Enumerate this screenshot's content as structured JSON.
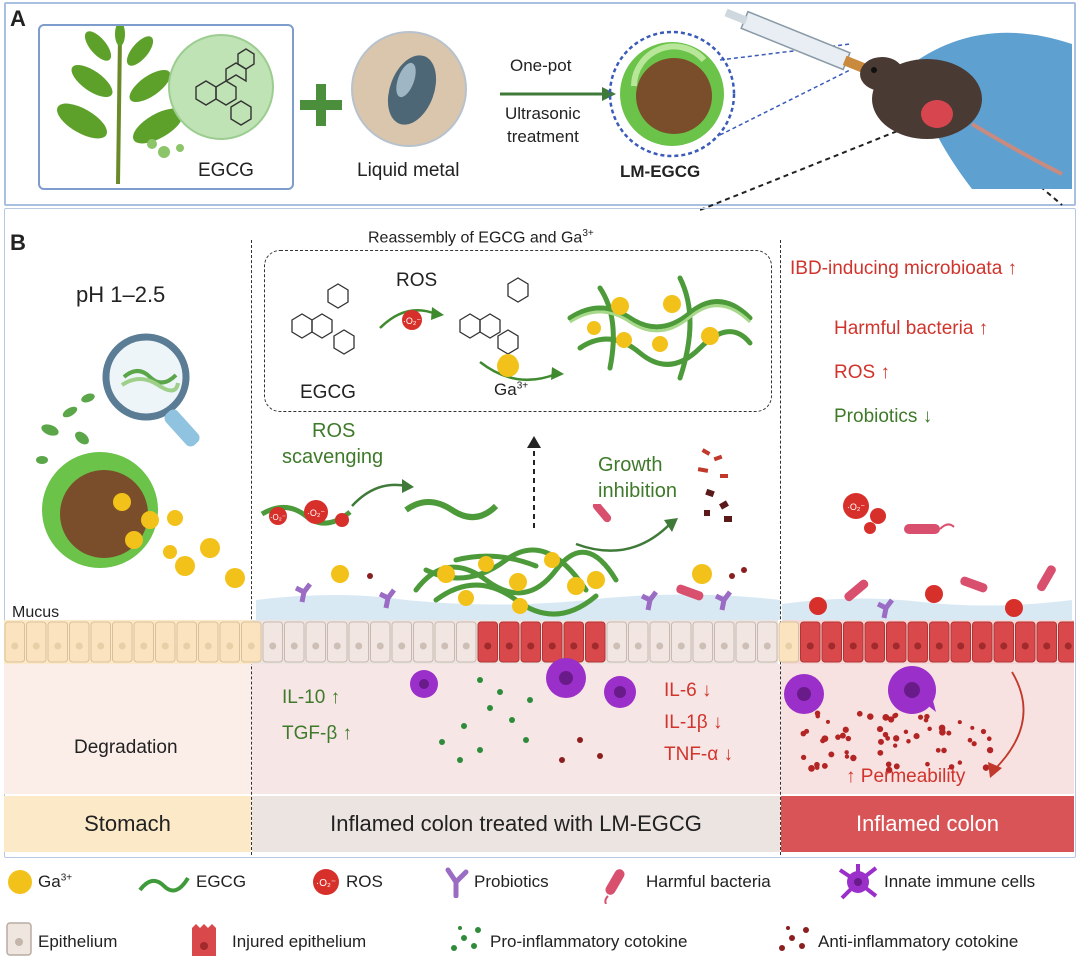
{
  "panel_a": {
    "letter": "A",
    "egcg_label": "EGCG",
    "liquid_metal_label": "Liquid metal",
    "process_line1": "One-pot",
    "process_line2": "Ultrasonic",
    "process_line3": "treatment",
    "product_label": "LM-EGCG"
  },
  "panel_b": {
    "letter": "B",
    "ph_label": "pH 1–2.5",
    "reassembly_title": "Reassembly of EGCG and Ga",
    "reassembly_sup": "3+",
    "ros_label": "ROS",
    "egcg_label": "EGCG",
    "ga_label": "Ga",
    "ga_sup": "3+",
    "ros_scavenging_1": "ROS",
    "ros_scavenging_2": "scavenging",
    "growth_1": "Growth",
    "growth_2": "inhibition",
    "right_effects": [
      {
        "text": "IBD-inducing microbioata",
        "color": "#d0342c",
        "arrow": "↑"
      },
      {
        "text": "Harmful bacteria",
        "color": "#d0342c",
        "arrow": "↑"
      },
      {
        "text": "ROS",
        "color": "#d0342c",
        "arrow": "↑"
      },
      {
        "text": "Probiotics",
        "color": "#3e7a2a",
        "arrow": "↓"
      }
    ],
    "mucus_label": "Mucus",
    "degradation_label": "Degradation",
    "anti_cytokines": [
      {
        "text": "IL-10",
        "arrow": "↑"
      },
      {
        "text": "TGF-β",
        "arrow": "↑"
      }
    ],
    "pro_cytokines": [
      {
        "text": "IL-6",
        "arrow": "↓"
      },
      {
        "text": "IL-1β",
        "arrow": "↓"
      },
      {
        "text": "TNF-α",
        "arrow": "↓"
      }
    ],
    "permeability_label": "Permeability",
    "permeability_arrow": "↑",
    "sections": {
      "stomach": "Stomach",
      "treated": "Inflamed colon treated with LM-EGCG",
      "inflamed": "Inflamed colon"
    }
  },
  "legend": {
    "ga": "Ga",
    "ga_sup": "3+",
    "egcg": "EGCG",
    "ros": "ROS",
    "probiotics": "Probiotics",
    "harmful": "Harmful bacteria",
    "immune": "Innate immune cells",
    "epithelium": "Epithelium",
    "injured": "Injured epithelium",
    "pro": "Pro-inflammatory cotokine",
    "anti": "Anti-inflammatory cotokine"
  },
  "colors": {
    "ga_gold": "#f2c21a",
    "egcg_green": "#3f9a3a",
    "ros_red": "#d7302b",
    "probiotic_purple": "#9b6cc4",
    "harmful_pink": "#d94f6e",
    "immune_purple": "#9b2fc9",
    "injured_red": "#d9484a",
    "stomach_tan": "#fbe9c8",
    "treated_gray": "#ebe4e0",
    "inflamed_red": "#d95457"
  }
}
